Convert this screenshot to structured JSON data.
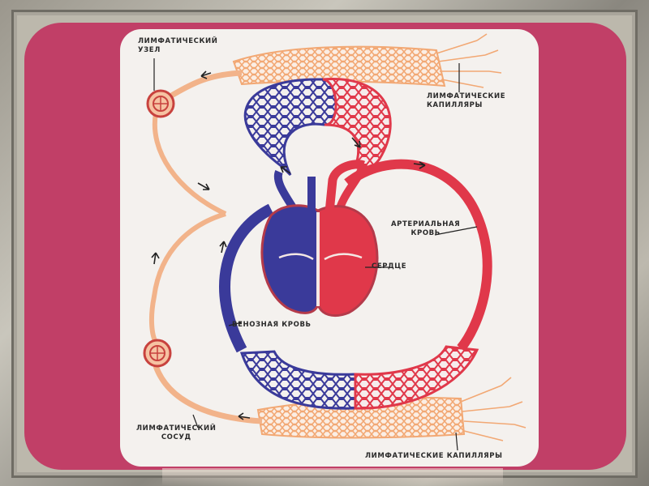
{
  "labels": {
    "lymph_node_line1": "ЛИМФАТИЧЕСКИЙ",
    "lymph_node_line2": "УЗЕЛ",
    "lymph_cap_top_line1": "ЛИМФАТИЧЕСКИЕ",
    "lymph_cap_top_line2": "КАПИЛЛЯРЫ",
    "arterial_line1": "АРТЕРИАЛЬНАЯ",
    "arterial_line2": "КРОВЬ",
    "heart": "СЕРДЦЕ",
    "venous": "ВЕНОЗНАЯ КРОВЬ",
    "lymph_vessel_line1": "ЛИМФАТИЧЕСКИЙ",
    "lymph_vessel_line2": "СОСУД",
    "lymph_cap_bottom": "ЛИМФАТИЧЕСКИЕ КАПИЛЛЯРЫ"
  },
  "colors": {
    "slide_background": "#c13f67",
    "card_background": "#f4f1ee",
    "arterial": "#e0384a",
    "venous": "#3a3a9a",
    "lymph": "#f2b38a"
  }
}
